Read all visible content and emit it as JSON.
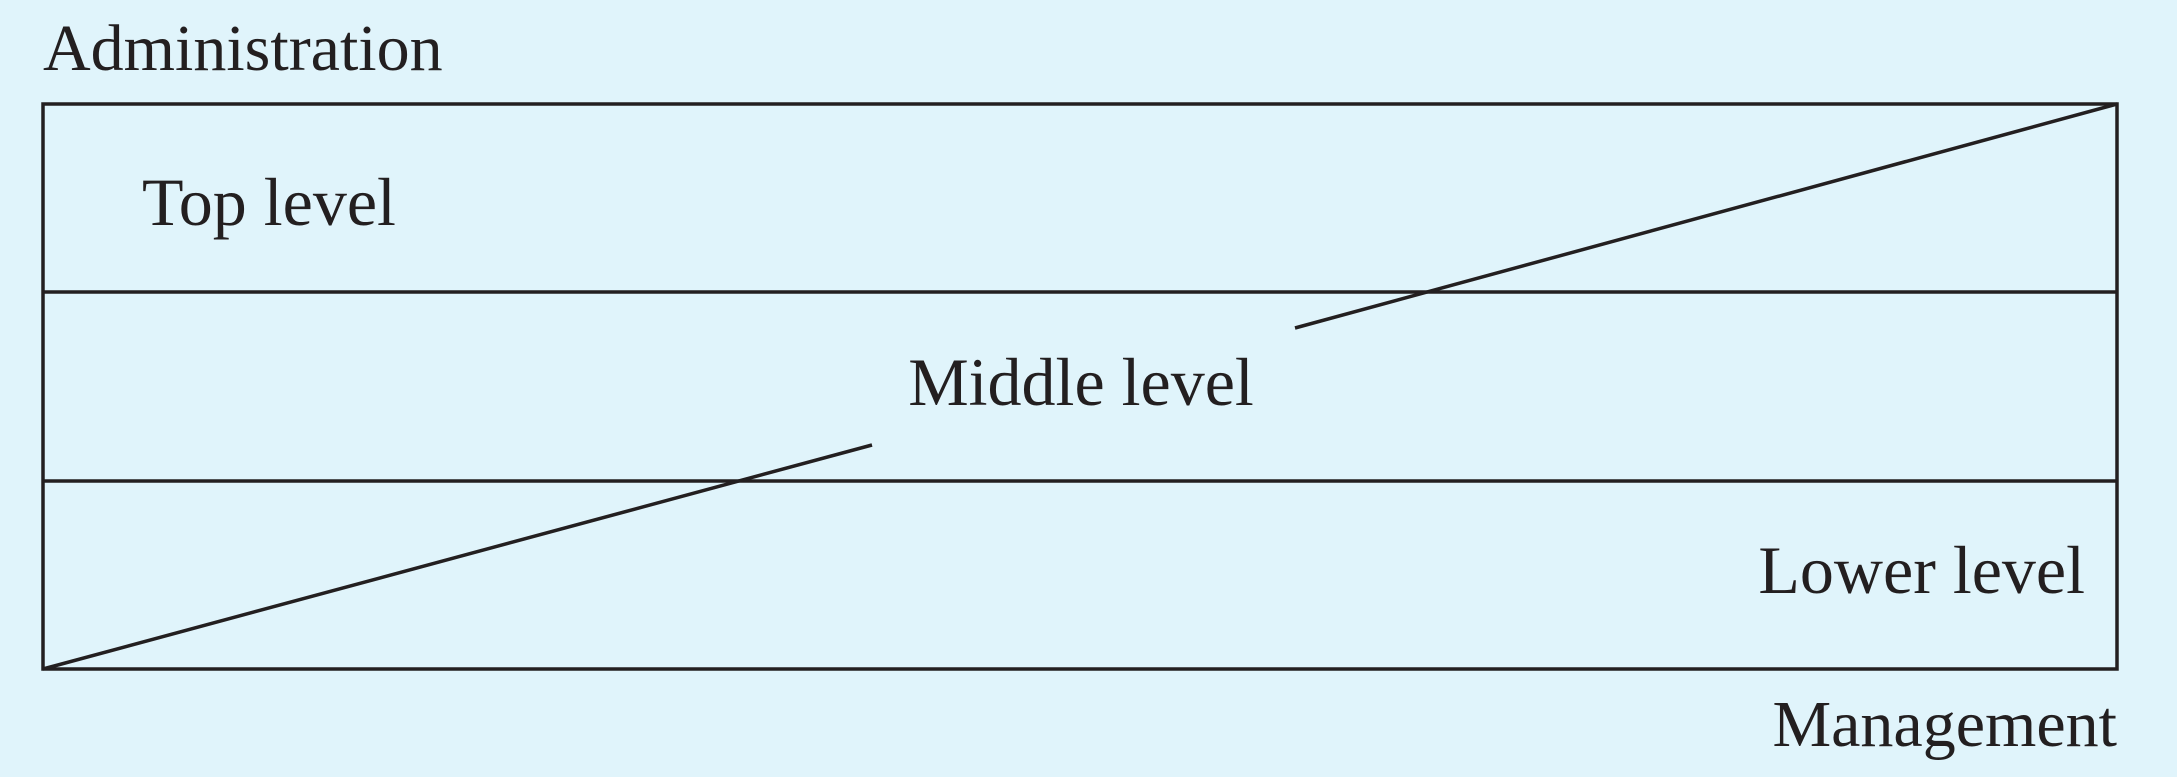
{
  "diagram": {
    "top_axis_label": "Administration",
    "bottom_axis_label": "Management",
    "levels": [
      {
        "label": "Top level"
      },
      {
        "label": "Middle level"
      },
      {
        "label": "Lower level"
      }
    ]
  },
  "colors": {
    "background": "#e0f4fb",
    "line": "#231f20",
    "text": "#231f20"
  }
}
